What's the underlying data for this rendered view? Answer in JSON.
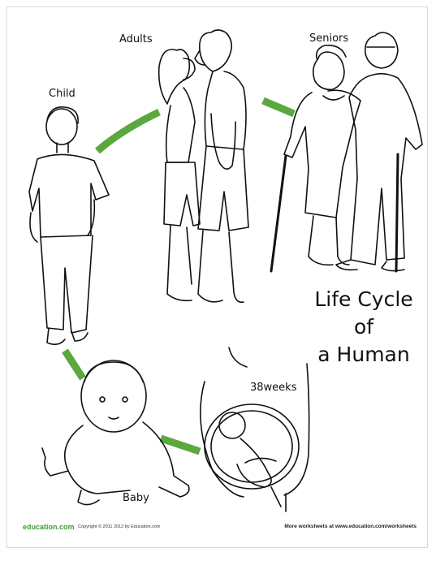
{
  "labels": {
    "adults": "Adults",
    "seniors": "Seniors",
    "child": "Child",
    "weeks": "38weeks",
    "baby": "Baby"
  },
  "title": {
    "line1": "Life Cycle",
    "line2": "of",
    "line3": "a Human"
  },
  "footer": {
    "brand": "education.com",
    "copyright": "Copyright © 2011 2012 by Education.com",
    "more": "More worksheets at www.education.com/worksheets"
  },
  "colors": {
    "arrow_green": "#5aa83e",
    "ink": "#111111"
  }
}
